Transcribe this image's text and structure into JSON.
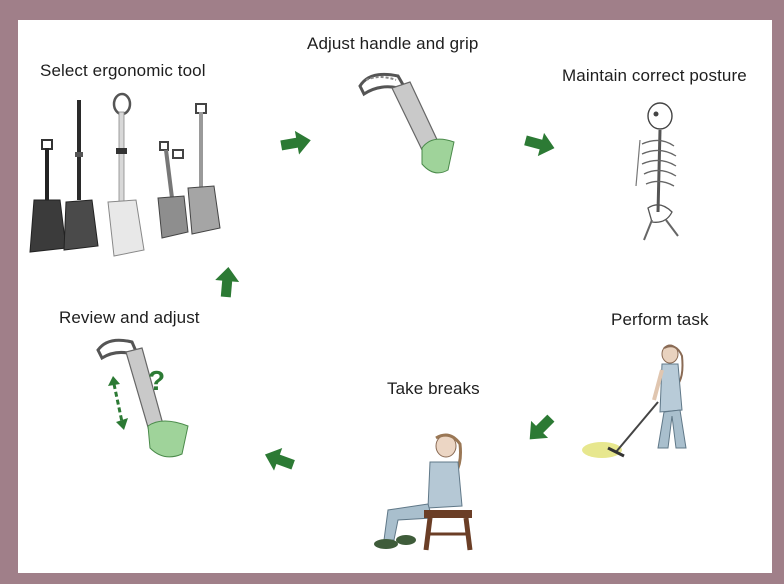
{
  "diagram": {
    "steps": [
      {
        "id": "select",
        "label": "Select ergonomic tool",
        "icon": "shovels-illustration"
      },
      {
        "id": "adjust",
        "label": "Adjust handle and grip",
        "icon": "shovel-handle-illustration"
      },
      {
        "id": "posture",
        "label": "Maintain correct posture",
        "icon": "skeleton-posture-illustration"
      },
      {
        "id": "perform",
        "label": "Perform task",
        "icon": "person-raking-illustration"
      },
      {
        "id": "breaks",
        "label": "Take breaks",
        "icon": "person-sitting-on-stool-illustration"
      },
      {
        "id": "review",
        "label": "Review and adjust",
        "icon": "shovel-question-illustration"
      }
    ],
    "review_mark": "?",
    "colors": {
      "arrow": "#2c7a34",
      "frame": "#a07f89",
      "panel": "#ffffff",
      "grip": "#9fd39a",
      "tool_metal": "#c9c9c9"
    }
  }
}
